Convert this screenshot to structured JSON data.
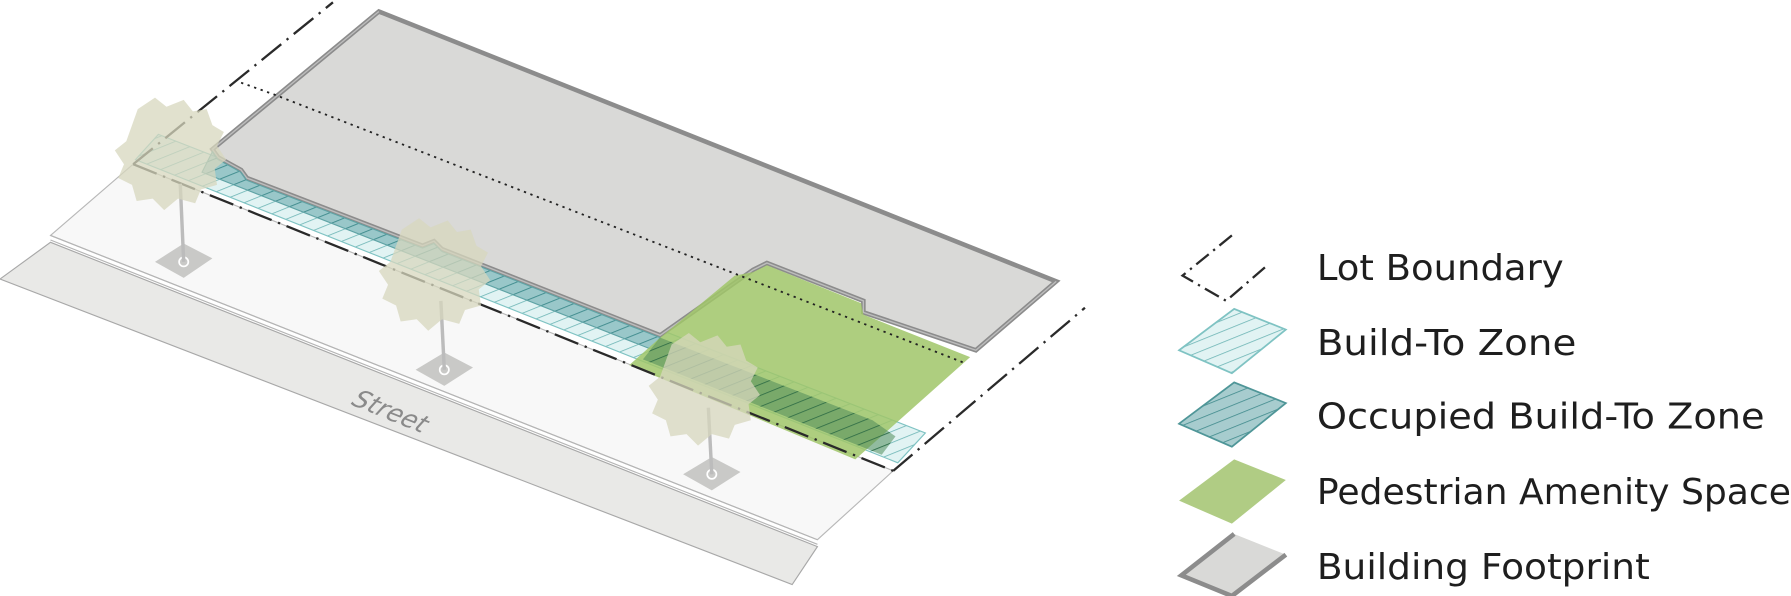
{
  "diagram": {
    "street_label": "Street"
  },
  "legend": {
    "items": [
      {
        "label": "Lot Boundary",
        "icon": "dash-dot-lot-boundary-icon"
      },
      {
        "label": "Build-To Zone",
        "icon": "hatched-teal-outline-icon"
      },
      {
        "label": "Occupied Build-To Zone",
        "icon": "hatched-teal-filled-icon"
      },
      {
        "label": "Pedestrian Amenity Space",
        "icon": "green-fill-icon"
      },
      {
        "label": "Building Footprint",
        "icon": "gray-building-icon"
      }
    ]
  },
  "colors": {
    "building": "#d9d9d7",
    "building_outline": "#8c8c8c",
    "build_to_zone": "#7fc3c3",
    "occupied_build_to_zone": "#5fa3a5",
    "pedestrian_amenity": "#a9c97a",
    "street": "#e9e9e7",
    "sidewalk": "#f8f8f8",
    "tree": "#dcdccb"
  }
}
